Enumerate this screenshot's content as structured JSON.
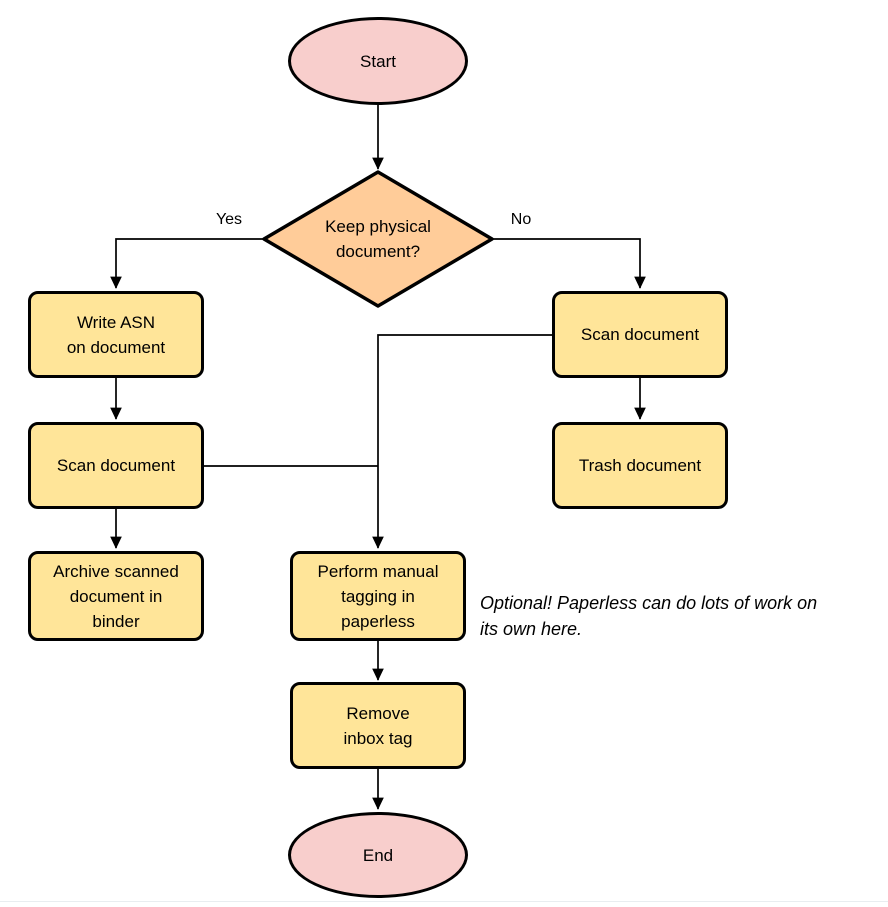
{
  "diagram": {
    "type": "flowchart",
    "colors": {
      "terminator_fill": "#f8cecc",
      "decision_fill": "#ffcc99",
      "process_fill": "#ffe599",
      "stroke": "#000000",
      "background": "#ffffff"
    },
    "nodes": {
      "start": {
        "shape": "ellipse",
        "label": "Start"
      },
      "decision": {
        "shape": "diamond",
        "label": "Keep physical\ndocument?"
      },
      "write_asn": {
        "shape": "process",
        "label": "Write ASN\non document"
      },
      "scan_left": {
        "shape": "process",
        "label": "Scan document"
      },
      "archive": {
        "shape": "process",
        "label": "Archive scanned\ndocument in\nbinder"
      },
      "scan_right": {
        "shape": "process",
        "label": "Scan document"
      },
      "trash": {
        "shape": "process",
        "label": "Trash document"
      },
      "tagging": {
        "shape": "process",
        "label": "Perform manual\ntagging in\npaperless"
      },
      "remove_inbox": {
        "shape": "process",
        "label": "Remove\ninbox tag"
      },
      "end": {
        "shape": "ellipse",
        "label": "End"
      }
    },
    "edge_labels": {
      "yes": "Yes",
      "no": "No"
    },
    "edges": [
      {
        "from": "start",
        "to": "decision"
      },
      {
        "from": "decision",
        "to": "write_asn",
        "label": "Yes"
      },
      {
        "from": "decision",
        "to": "scan_right",
        "label": "No"
      },
      {
        "from": "write_asn",
        "to": "scan_left"
      },
      {
        "from": "scan_left",
        "to": "archive"
      },
      {
        "from": "scan_left",
        "to": "tagging"
      },
      {
        "from": "scan_right",
        "to": "trash"
      },
      {
        "from": "scan_right",
        "to": "tagging"
      },
      {
        "from": "tagging",
        "to": "remove_inbox"
      },
      {
        "from": "remove_inbox",
        "to": "end"
      }
    ],
    "annotation": {
      "text": "Optional! Paperless can do lots of work on\nits own here."
    }
  }
}
